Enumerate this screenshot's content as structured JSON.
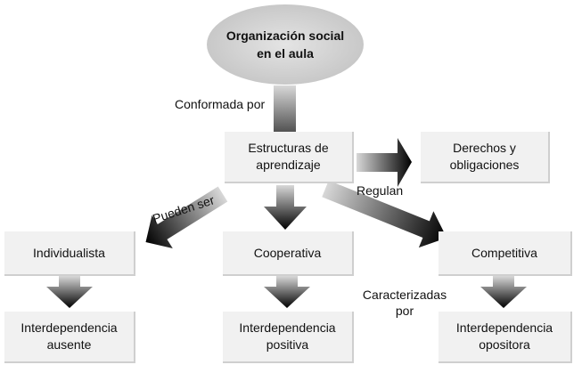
{
  "root": "Organización social\nen el aula",
  "labels": {
    "conformada": "Conformada por",
    "regulan": "Regulan",
    "pueden": "Pueden ser",
    "caracterizadas": "Caracterizadas\npor"
  },
  "nodes": {
    "estructuras": "Estructuras de\naprendizaje",
    "derechos": "Derechos y\nobligaciones",
    "individualista": "Individualista",
    "cooperativa": "Cooperativa",
    "competitiva": "Competitiva",
    "ausente": "Interdependencia\nausente",
    "positiva": "Interdependencia\npositiva",
    "opositora": "Interdependencia\nopositora"
  }
}
